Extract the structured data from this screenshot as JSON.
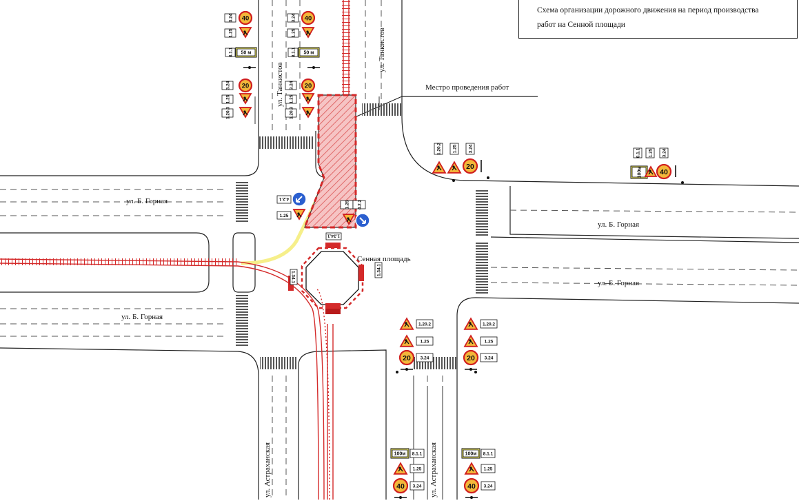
{
  "title": {
    "line1": "Схема организации дорожного движения на период производства",
    "line2": "работ на Сенной площади"
  },
  "labels": {
    "work_site": "Местро проведения работ",
    "square": "Сенная площадь",
    "gornaya": "ул. Б. Горная",
    "tankistov": "ул. Танкистов",
    "tankistov_alt": "ул. Танкистов",
    "astrakhanskaya": "ул. Астраханская"
  },
  "sign_codes": {
    "c3_24": "3.24",
    "c1_25": "1.25",
    "c1_20_2": "1.20.2",
    "c1_20_3": "1.20.3",
    "c8_1_1": "8.1.1",
    "c4_2_1": "4.2.1",
    "c4_2_2": "4.2.2",
    "c1_34_1": "1.34.1"
  },
  "speeds": {
    "v20": "20",
    "v40": "40"
  },
  "distances": {
    "d50": "50 м",
    "d100": "100м"
  },
  "colors": {
    "tram": "#d42a2a",
    "work_zone": "#f2a0a0",
    "yellow_path": "#f6ef8a",
    "sign_yellow": "#f4b73a",
    "sign_red": "#d01f1f",
    "sign_blue": "#2b5fcf"
  }
}
